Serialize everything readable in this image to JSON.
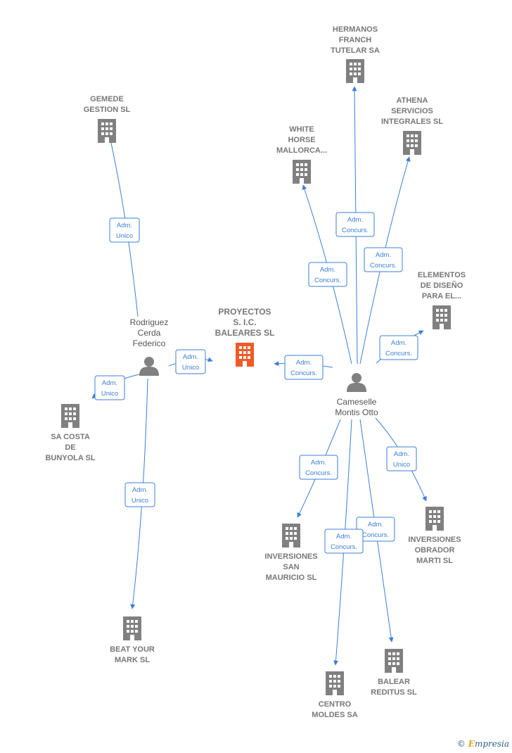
{
  "colors": {
    "edge": "#3b7fd6",
    "company": "#808080",
    "main_company": "#f05a28",
    "person": "#808080",
    "label": "#777777"
  },
  "nodes": [
    {
      "id": "proyectos",
      "kind": "main-company",
      "icon": "building-icon",
      "lines": [
        "PROYECTOS",
        "S. I.C.",
        "BALEARES SL"
      ]
    },
    {
      "id": "rodriguez",
      "kind": "person",
      "icon": "person-icon",
      "lines": [
        "Rodriguez",
        "Cerda",
        "Federico"
      ]
    },
    {
      "id": "cameselle",
      "kind": "person",
      "icon": "person-icon",
      "lines": [
        "Cameselle",
        "Montis Otto"
      ]
    },
    {
      "id": "gemede",
      "kind": "company",
      "icon": "building-icon",
      "lines": [
        "GEMEDE",
        "GESTION SL"
      ]
    },
    {
      "id": "sacosta",
      "kind": "company",
      "icon": "building-icon",
      "lines": [
        "SA COSTA",
        "DE",
        "BUNYOLA SL"
      ]
    },
    {
      "id": "beat",
      "kind": "company",
      "icon": "building-icon",
      "lines": [
        "BEAT YOUR",
        "MARK SL"
      ]
    },
    {
      "id": "hermanos",
      "kind": "company",
      "icon": "building-icon",
      "lines": [
        "HERMANOS",
        "FRANCH",
        "TUTELAR SA"
      ]
    },
    {
      "id": "athena",
      "kind": "company",
      "icon": "building-icon",
      "lines": [
        "ATHENA",
        "SERVICIOS",
        "INTEGRALES SL"
      ]
    },
    {
      "id": "white",
      "kind": "company",
      "icon": "building-icon",
      "lines": [
        "WHITE",
        "HORSE",
        "MALLORCA..."
      ]
    },
    {
      "id": "elementos",
      "kind": "company",
      "icon": "building-icon",
      "lines": [
        "ELEMENTOS",
        "DE DISEÑO",
        "PARA EL..."
      ]
    },
    {
      "id": "sanmauricio",
      "kind": "company",
      "icon": "building-icon",
      "lines": [
        "INVERSIONES",
        "SAN",
        "MAURICIO SL"
      ]
    },
    {
      "id": "obrador",
      "kind": "company",
      "icon": "building-icon",
      "lines": [
        "INVERSIONES",
        "OBRADOR",
        "MARTI SL"
      ]
    },
    {
      "id": "centro",
      "kind": "company",
      "icon": "building-icon",
      "lines": [
        "CENTRO",
        "MOLDES SA"
      ]
    },
    {
      "id": "balear",
      "kind": "company",
      "icon": "building-icon",
      "lines": [
        "BALEAR",
        "REDITUS SL"
      ]
    }
  ],
  "edges": [
    {
      "from": "rodriguez",
      "to": "gemede",
      "lines": [
        "Adm.",
        "Unico"
      ]
    },
    {
      "from": "rodriguez",
      "to": "proyectos",
      "lines": [
        "Adm.",
        "Unico"
      ]
    },
    {
      "from": "rodriguez",
      "to": "sacosta",
      "lines": [
        "Adm.",
        "Unico"
      ]
    },
    {
      "from": "rodriguez",
      "to": "beat",
      "lines": [
        "Adm.",
        "Unico"
      ]
    },
    {
      "from": "cameselle",
      "to": "hermanos",
      "lines": [
        "Adm.",
        "Concurs."
      ]
    },
    {
      "from": "cameselle",
      "to": "athena",
      "lines": [
        "Adm.",
        "Concurs."
      ]
    },
    {
      "from": "cameselle",
      "to": "white",
      "lines": [
        "Adm.",
        "Concurs."
      ]
    },
    {
      "from": "cameselle",
      "to": "elementos",
      "lines": [
        "Adm.",
        "Concurs."
      ]
    },
    {
      "from": "cameselle",
      "to": "proyectos",
      "lines": [
        "Adm.",
        "Concurs."
      ]
    },
    {
      "from": "cameselle",
      "to": "sanmauricio",
      "lines": [
        "Adm.",
        "Concurs."
      ]
    },
    {
      "from": "cameselle",
      "to": "obrador",
      "lines": [
        "Adm.",
        "Unico"
      ]
    },
    {
      "from": "cameselle",
      "to": "balear",
      "lines": [
        "Adm.",
        "Concurs."
      ]
    },
    {
      "from": "cameselle",
      "to": "centro",
      "lines": [
        "Adm.",
        "Concurs."
      ]
    }
  ],
  "watermark": {
    "symbol": "©",
    "brand_initial": "E",
    "brand_rest": "mpresia"
  }
}
